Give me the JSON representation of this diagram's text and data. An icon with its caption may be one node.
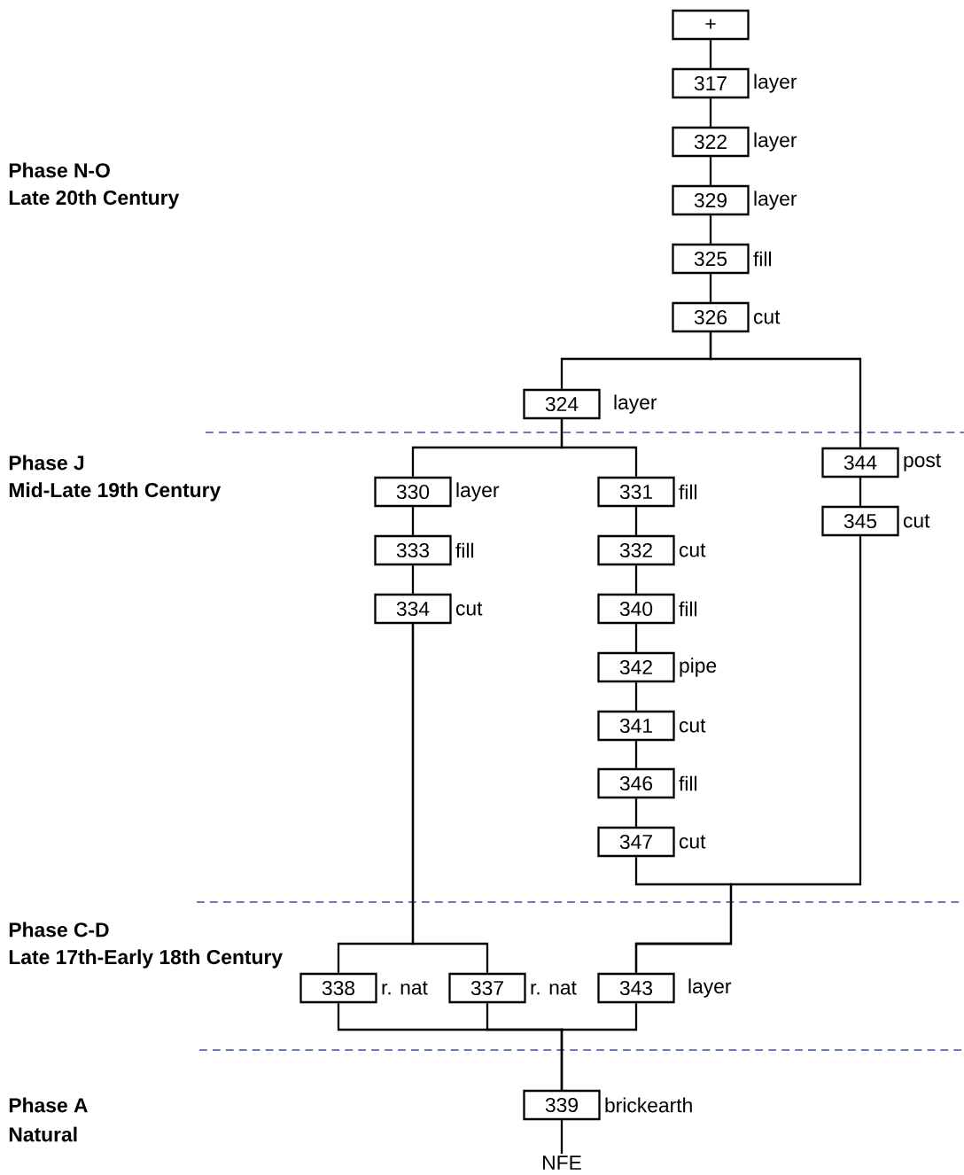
{
  "diagram": {
    "nodes": [
      {
        "text": [
          "+"
        ]
      },
      {
        "text": [
          "317"
        ],
        "beside": [
          "layer"
        ]
      },
      {
        "text": [
          "322"
        ],
        "beside": [
          "layer"
        ]
      },
      {
        "text": [
          "329"
        ],
        "beside": [
          "layer"
        ]
      },
      {
        "text": [
          "325"
        ],
        "beside": [
          "fill"
        ]
      },
      {
        "text": [
          "326"
        ],
        "beside": [
          "cut"
        ]
      },
      {
        "text": [
          "324"
        ],
        "beside": [
          "layer"
        ]
      },
      {
        "text": [
          "344"
        ],
        "beside": [
          "post"
        ]
      },
      {
        "text": [
          "330"
        ],
        "beside": [
          "layer"
        ]
      },
      {
        "text": [
          "331"
        ],
        "beside": [
          "fill"
        ]
      },
      {
        "text": [
          "345"
        ],
        "beside": [
          "cut"
        ]
      },
      {
        "text": [
          "333"
        ],
        "beside": [
          "fill"
        ]
      },
      {
        "text": [
          "332"
        ],
        "beside": [
          "cut"
        ]
      },
      {
        "text": [
          "334"
        ],
        "beside": [
          "cut"
        ]
      },
      {
        "text": [
          "340"
        ],
        "beside": [
          "fill"
        ]
      },
      {
        "text": [
          "342"
        ],
        "beside": [
          "pipe"
        ]
      },
      {
        "text": [
          "341"
        ],
        "beside": [
          "cut"
        ]
      },
      {
        "text": [
          "346"
        ],
        "beside": [
          "fill"
        ]
      },
      {
        "text": [
          "347"
        ],
        "beside": [
          "cut"
        ]
      },
      {
        "text": [
          "338"
        ],
        "beside": [
          "r. nat"
        ]
      },
      {
        "text": [
          "337"
        ],
        "beside": [
          "r. nat"
        ]
      },
      {
        "text": [
          "343"
        ],
        "beside": [
          "layer"
        ]
      },
      {
        "text": [
          "339"
        ],
        "beside": [
          "brickearth"
        ]
      },
      {
        "text": [
          "NFE"
        ]
      }
    ],
    "edges": [
      {
        "from": 0,
        "to": 1,
        "arrow": "none"
      },
      {
        "from": 1,
        "to": 2,
        "arrow": "none"
      },
      {
        "from": 2,
        "to": 3,
        "arrow": "none"
      },
      {
        "from": 3,
        "to": 4,
        "arrow": "none"
      },
      {
        "from": 4,
        "to": 5,
        "arrow": "none"
      },
      {
        "from": 5,
        "to": 6,
        "arrow": "none"
      },
      {
        "from": 5,
        "to": 7,
        "arrow": "none"
      },
      {
        "from": 6,
        "to": 8,
        "arrow": "none"
      },
      {
        "from": 6,
        "to": 9,
        "arrow": "none"
      },
      {
        "from": 7,
        "to": 10,
        "arrow": "none"
      },
      {
        "from": 8,
        "to": 11,
        "arrow": "none"
      },
      {
        "from": 11,
        "to": 13,
        "arrow": "none"
      },
      {
        "from": 9,
        "to": 12,
        "arrow": "none"
      },
      {
        "from": 12,
        "to": 14,
        "arrow": "none"
      },
      {
        "from": 14,
        "to": 15,
        "arrow": "none"
      },
      {
        "from": 15,
        "to": 16,
        "arrow": "none"
      },
      {
        "from": 16,
        "to": 17,
        "arrow": "none"
      },
      {
        "from": 17,
        "to": 18,
        "arrow": "none"
      },
      {
        "from": 13,
        "to": 19,
        "arrow": "none"
      },
      {
        "from": 13,
        "to": 20,
        "arrow": "none"
      },
      {
        "from": 18,
        "to": 21,
        "arrow": "none"
      },
      {
        "from": 10,
        "to": 21,
        "arrow": "none"
      },
      {
        "from": 19,
        "to": 22,
        "arrow": "none"
      },
      {
        "from": 20,
        "to": 22,
        "arrow": "none"
      },
      {
        "from": 21,
        "to": 22,
        "arrow": "none"
      },
      {
        "from": 22,
        "to": 23,
        "arrow": "none"
      }
    ],
    "labels": [
      "Phase N-O",
      "Late 20th Century",
      "Phase J",
      "Mid-Late 19th Century",
      "Phase C-D",
      "Late 17th-Early 18th Century",
      "Phase A",
      "Natural"
    ]
  }
}
